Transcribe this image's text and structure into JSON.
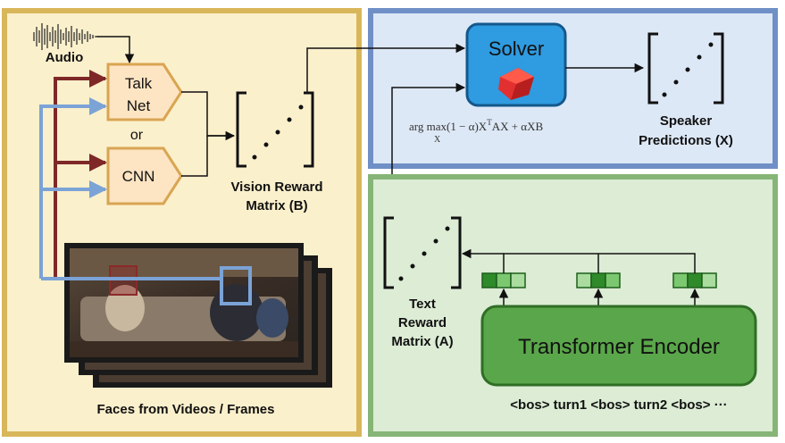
{
  "vision_panel": {
    "audio_label": "Audio",
    "talknet_line1": "Talk",
    "talknet_line2": "Net",
    "or_label": "or",
    "cnn_label": "CNN",
    "vision_matrix_line1": "Vision  Reward",
    "vision_matrix_line2": "Matrix (B)",
    "frames_caption": "Faces from Videos / Frames"
  },
  "solver_panel": {
    "solver_label": "Solver",
    "objective": "arg max(1 − α)X",
    "objective_sup": "T",
    "objective_tail": "AX + αXB",
    "objective_sub": "X",
    "speaker_line1": "Speaker",
    "speaker_line2": "Predictions (X)"
  },
  "text_panel": {
    "text_matrix_line1": "Text",
    "text_matrix_line2": "Reward",
    "text_matrix_line3": "Matrix (A)",
    "encoder_label": "Transformer Encoder",
    "tokens": "<bos> turn1 <bos> turn2 <bos> ···"
  },
  "colors": {
    "vision_bg": "#fbf0cc",
    "vision_border": "#d8b65a",
    "solver_bg": "#dde8f6",
    "solver_border": "#6f8fc6",
    "text_bg": "#dcecd5",
    "text_border": "#86b577",
    "encoder_fill": "#5aa64a",
    "solver_fill": "#2f9be0",
    "face_red": "#8b2a2a",
    "face_blue": "#7ba3d6"
  }
}
